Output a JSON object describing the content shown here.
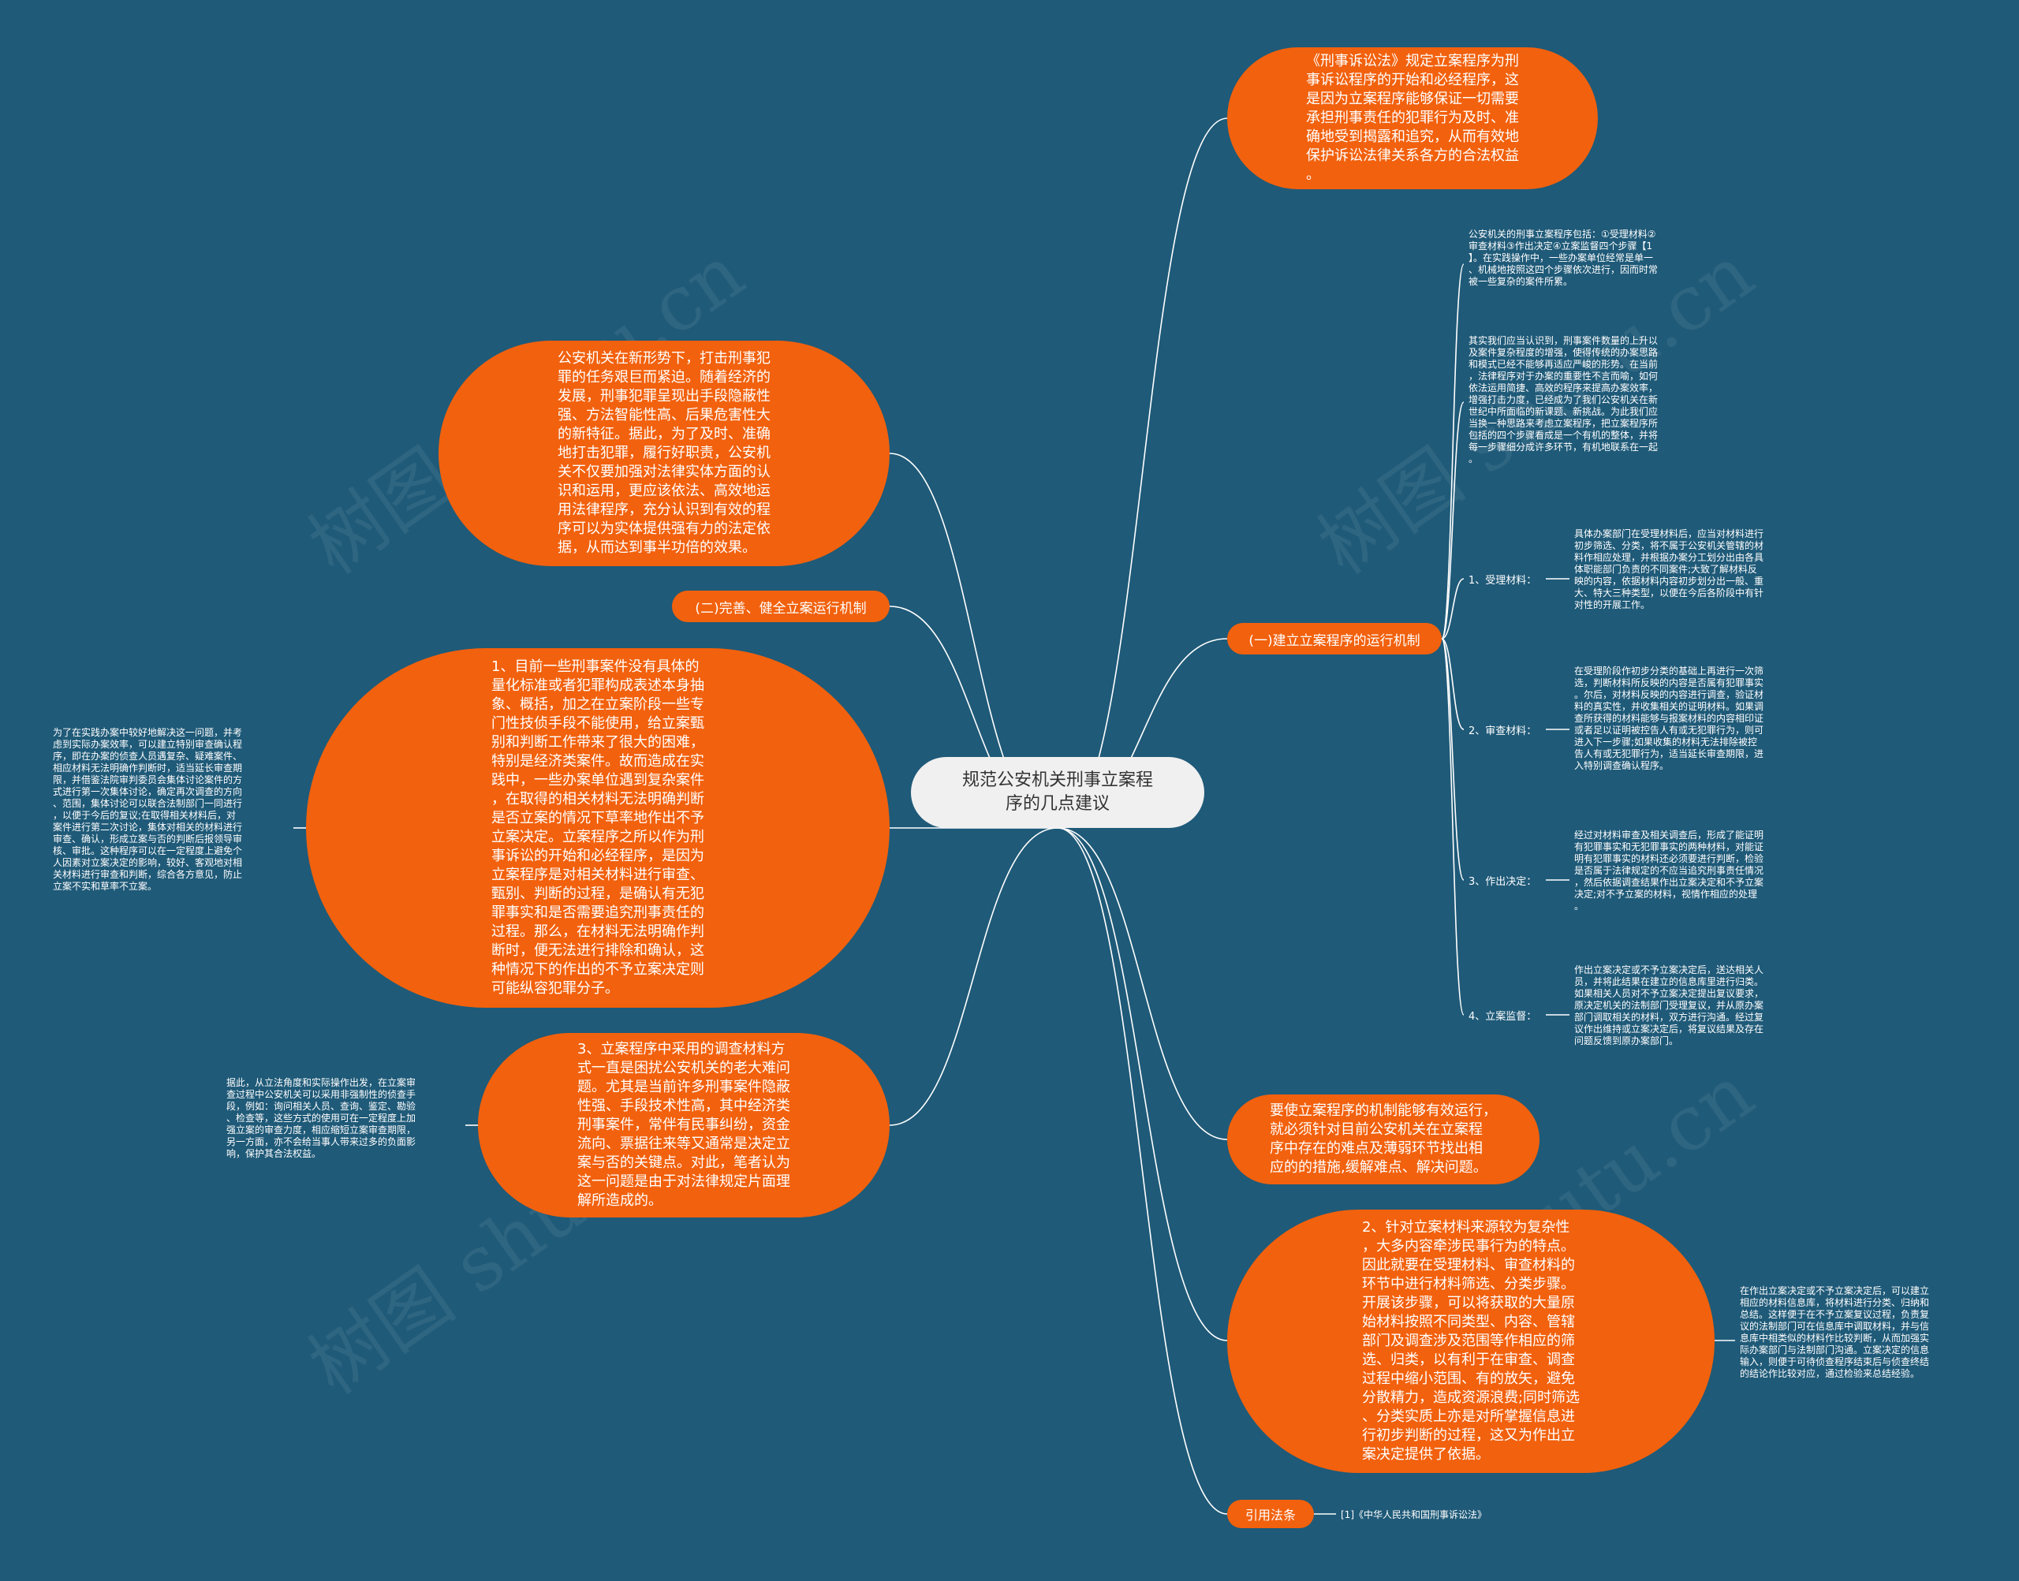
{
  "mindmap": {
    "root": "规范公安机关刑事立案程\n序的几点建议",
    "right": {
      "intro": "《刑事诉讼法》规定立案程序为刑\n事诉讼程序的开始和必经程序，这\n是因为立案程序能够保证一切需要\n承担刑事责任的犯罪行为及时、准\n确地受到揭露和追究，从而有效地\n保护诉讼法律关系各方的合法权益\n。",
      "branch1": {
        "label": "(一)建立立案程序的运行机制",
        "note1": "公安机关的刑事立案程序包括：①受理材料②\n审查材料③作出决定④立案监督四个步骤【1\n】。在实践操作中，一些办案单位经常是单一\n、机械地按照这四个步骤依次进行，因而时常\n被一些复杂的案件所累。",
        "note2": "其实我们应当认识到，刑事案件数量的上升以\n及案件复杂程度的增强，使得传统的办案思路\n和模式已经不能够再适应严峻的形势。在当前\n，法律程序对于办案的重要性不言而喻，如何\n依法运用简捷、高效的程序来提高办案效率，\n增强打击力度，已经成为了我们公安机关在新\n世纪中所面临的新课题、新挑战。为此我们应\n当换一种思路来考虑立案程序，把立案程序所\n包括的四个步骤看成是一个有机的整体，并将\n每一步骤细分成许多环节，有机地联系在一起\n。",
        "steps": [
          {
            "label": "1、受理材料：",
            "note": "具体办案部门在受理材料后，应当对材料进行\n初步筛选、分类，将不属于公安机关管辖的材\n料作相应处理，并根据办案分工划分出由各具\n体职能部门负责的不同案件;大致了解材料反\n映的内容，依据材料内容初步划分出一般、重\n大、特大三种类型，以便在今后各阶段中有针\n对性的开展工作。"
          },
          {
            "label": "2、审查材料：",
            "note": "在受理阶段作初步分类的基础上再进行一次筛\n选，判断材料所反映的内容是否属有犯罪事实\n。尔后，对材料反映的内容进行调查，验证材\n料的真实性，并收集相关的证明材料。如果调\n查所获得的材料能够与报案材料的内容相印证\n或者足以证明被控告人有或无犯罪行为，则可\n进入下一步骤;如果收集的材料无法排除被控\n告人有或无犯罪行为，适当延长审查期限，进\n入特别调查确认程序。"
          },
          {
            "label": "3、作出决定：",
            "note": "经过对材料审查及相关调查后，形成了能证明\n有犯罪事实和无犯罪事实的两种材料，对能证\n明有犯罪事实的材料还必须要进行判断，检验\n是否属于法律规定的不应当追究刑事责任情况\n，然后依据调查结果作出立案决定和不予立案\n决定;对不予立案的材料，视情作相应的处理\n。"
          },
          {
            "label": "4、立案监督：",
            "note": "作出立案决定或不予立案决定后，送达相关人\n员，并将此结果在建立的信息库里进行归类。\n如果相关人员对不予立案决定提出复议要求，\n原决定机关的法制部门受理复议，并从原办案\n部门调取相关的材料，双方进行沟通。经过复\n议作出维持或立案决定后，将复议结果及存在\n问题反馈到原办案部门。"
          }
        ]
      },
      "measures": "要使立案程序的机制能够有效运行，\n就必须针对目前公安机关在立案程\n序中存在的难点及薄弱环节找出相\n应的的措施,缓解难点、解决问题。",
      "point2": {
        "text": "2、针对立案材料来源较为复杂性\n，大多内容牵涉民事行为的特点。\n因此就要在受理材料、审查材料的\n环节中进行材料筛选、分类步骤。\n开展该步骤，可以将获取的大量原\n始材料按照不同类型、内容、管辖\n部门及调查涉及范围等作相应的筛\n选、归类，以有利于在审查、调查\n过程中缩小范围、有的放矢，避免\n分散精力，造成资源浪费;同时筛选\n、分类实质上亦是对所掌握信息进\n行初步判断的过程，这又为作出立\n案决定提供了依据。",
        "note": "在作出立案决定或不予立案决定后，可以建立\n相应的材料信息库，将材料进行分类、归纳和\n总结。这样便于在不予立案复议过程，负责复\n议的法制部门可在信息库中调取材料，并与信\n息库中相类似的材料作比较判断，从而加强实\n际办案部门与法制部门沟通。立案决定的信息\n输入，则便于可待侦查程序结束后与侦查终结\n的结论作比较对应，通过检验来总结经验。"
      },
      "citation": {
        "label": "引用法条",
        "note": "[1]《中华人民共和国刑事诉讼法》"
      }
    },
    "left": {
      "context": "公安机关在新形势下，打击刑事犯\n罪的任务艰巨而紧迫。随着经济的\n发展，刑事犯罪呈现出手段隐蔽性\n强、方法智能性高、后果危害性大\n的新特征。据此，为了及时、准确\n地打击犯罪，履行好职责，公安机\n关不仅要加强对法律实体方面的认\n识和运用，更应该依法、高效地运\n用法律程序，充分认识到有效的程\n序可以为实体提供强有力的法定依\n据，从而达到事半功倍的效果。",
      "branch2": "(二)完善、健全立案运行机制",
      "point1": {
        "text": "1、目前一些刑事案件没有具体的\n量化标准或者犯罪构成表述本身抽\n象、概括，加之在立案阶段一些专\n门性技侦手段不能使用，给立案甄\n别和判断工作带来了很大的困难，\n特别是经济类案件。故而造成在实\n践中，一些办案单位遇到复杂案件\n，在取得的相关材料无法明确判断\n是否立案的情况下草率地作出不予\n立案决定。立案程序之所以作为刑\n事诉讼的开始和必经程序，是因为\n立案程序是对相关材料进行审查、\n甄别、判断的过程，是确认有无犯\n罪事实和是否需要追究刑事责任的\n过程。那么，在材料无法明确作判\n断时，便无法进行排除和确认，这\n种情况下的作出的不予立案决定则\n可能纵容犯罪分子。",
        "note": "为了在实践办案中较好地解决这一问题，并考\n虑到实际办案效率，可以建立特别审查确认程\n序，即在办案的侦查人员遇复杂、疑难案件、\n相应材料无法明确作判断时，适当延长审查期\n限，并借鉴法院审判委员会集体讨论案件的方\n式进行第一次集体讨论，确定再次调查的方向\n、范围，集体讨论可以联合法制部门一同进行\n，以便于今后的复议;在取得相关材料后，对\n案件进行第二次讨论，集体对相关的材料进行\n审查、确认，形成立案与否的判断后报领导审\n核、审批。这种程序可以在一定程度上避免个\n人因素对立案决定的影响，较好、客观地对相\n关材料进行审查和判断，综合各方意见，防止\n立案不实和草率不立案。"
      },
      "point3": {
        "text": "3、立案程序中采用的调查材料方\n式一直是困扰公安机关的老大难问\n题。尤其是当前许多刑事案件隐蔽\n性强、手段技术性高，其中经济类\n刑事案件，常伴有民事纠纷，资金\n流向、票据往来等又通常是决定立\n案与否的关键点。对此，笔者认为\n这一问题是由于对法律规定片面理\n解所造成的。",
        "note": "据此，从立法角度和实际操作出发，在立案审\n查过程中公安机关可以采用非强制性的侦查手\n段，例如：询问相关人员、查询、鉴定、勘验\n、检查等，这些方式的使用可在一定程度上加\n强立案的审查力度，相应缩短立案审查期限，\n另一方面，亦不会给当事人带来过多的负面影\n响，保护其合法权益。"
      }
    },
    "watermarks": [
      "树图 shutu.cn",
      "树图 shutu.cn",
      "树图 shutu.cn",
      "树图 shutu.cn"
    ],
    "colors": {
      "background": "#1f5a78",
      "node_fill": "#f2610d",
      "root_fill": "#f0f0f0",
      "line": "#ffffff"
    }
  }
}
